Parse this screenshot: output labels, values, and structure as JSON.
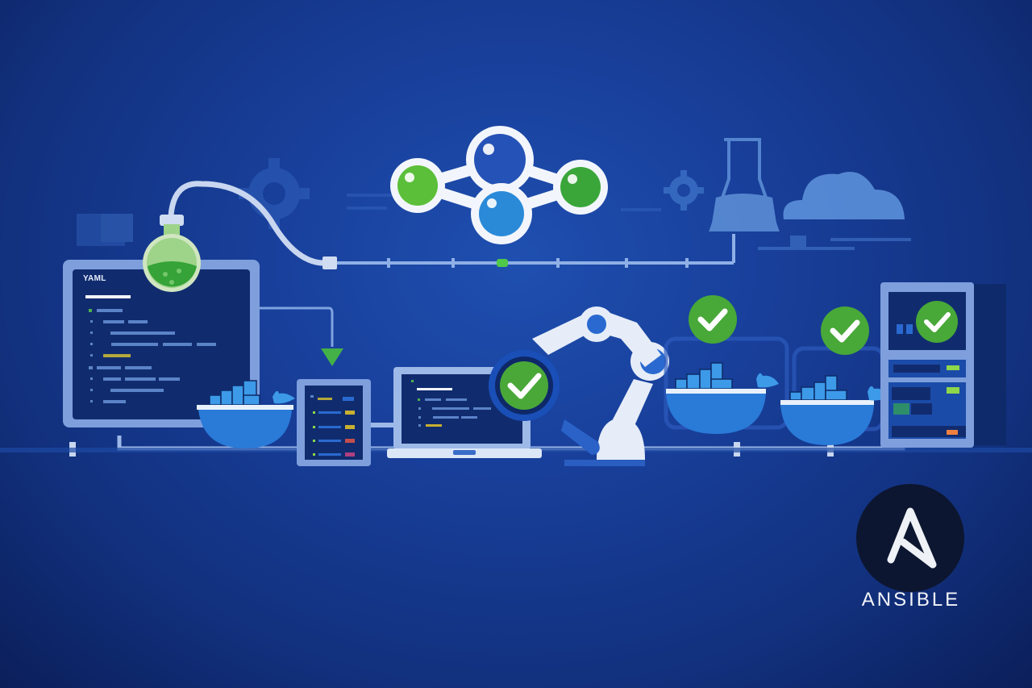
{
  "editor": {
    "label": "YAML"
  },
  "brand": {
    "name": "ANSIBLE",
    "logo_letter": "A"
  },
  "colors": {
    "background": "#183f9a",
    "accent_green": "#3fa33a",
    "accent_blue": "#2a7ad8",
    "light_panel": "#8fb0e6",
    "logo_bg": "#0d1630"
  },
  "icons": [
    "flask-icon",
    "gear-icon",
    "molecule-network-icon",
    "beaker-icon",
    "cloud-icon",
    "code-editor-icon",
    "docker-whale-icon",
    "server-rack-icon",
    "laptop-icon",
    "magnifier-check-icon",
    "robot-arm-icon",
    "check-icon",
    "ansible-logo"
  ]
}
